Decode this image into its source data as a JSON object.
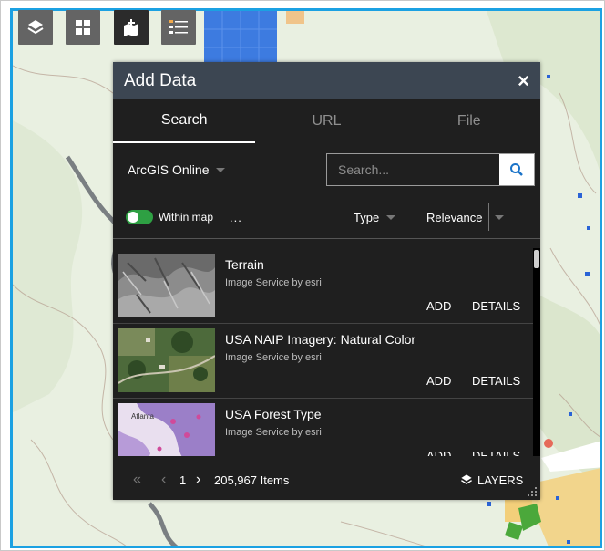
{
  "toolbar": {
    "icons": [
      "layers-icon",
      "basemap-gallery-icon",
      "add-data-icon",
      "legend-icon"
    ]
  },
  "panel": {
    "title": "Add Data",
    "close_label": "×",
    "tabs": [
      {
        "label": "Search",
        "active": true
      },
      {
        "label": "URL",
        "active": false
      },
      {
        "label": "File",
        "active": false
      }
    ],
    "source": "ArcGIS Online",
    "search": {
      "placeholder": "Search...",
      "value": ""
    },
    "within_map": {
      "label": "Within map",
      "on": true
    },
    "more_label": "...",
    "type_label": "Type",
    "sort_label": "Relevance",
    "results": [
      {
        "title": "Terrain",
        "subtitle": "Image Service by esri",
        "add": "ADD",
        "details": "DETAILS"
      },
      {
        "title": "USA NAIP Imagery: Natural Color",
        "subtitle": "Image Service by esri",
        "add": "ADD",
        "details": "DETAILS"
      },
      {
        "title": "USA Forest Type",
        "subtitle": "Image Service by esri",
        "add": "ADD",
        "details": "DETAILS",
        "thumb_text": "Atlanta"
      }
    ],
    "pagination": {
      "first": "«",
      "prev": "‹",
      "page": "1",
      "next": "›",
      "count": "205,967 Items"
    },
    "layers_button": "LAYERS"
  },
  "colors": {
    "accent": "#1ba1e2",
    "header": "#3c4652",
    "panel_bg": "#1f1f1f",
    "toggle_on": "#2ea043"
  }
}
